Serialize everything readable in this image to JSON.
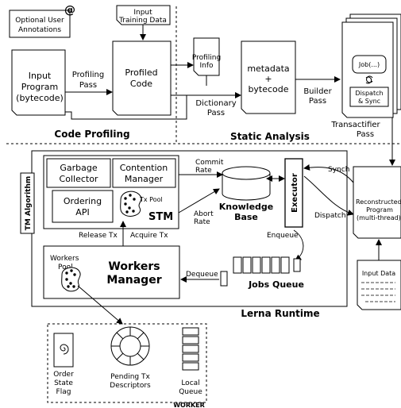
{
  "labels": {
    "optional_user_annotations": [
      "Optional User",
      "Annotations"
    ],
    "annotation_badge": "@",
    "input_program": [
      "Input",
      "Program",
      "(bytecode)"
    ],
    "profiling_pass": [
      "Profiling",
      "Pass"
    ],
    "input_training_data": [
      "Input",
      "Training Data"
    ],
    "profiled_code": [
      "Profiled",
      "Code"
    ],
    "profiling_info": [
      "Profiling",
      "Info"
    ],
    "dictionary_pass": [
      "Dictionary",
      "Pass"
    ],
    "metadata_bytecode": [
      "metadata",
      "+",
      "bytecode"
    ],
    "builder_pass": [
      "Builder",
      "Pass"
    ],
    "job": "Job(...)",
    "dispatch_sync": [
      "Dispatch",
      "& Sync"
    ],
    "transactifier_pass": [
      "Transactifier",
      "Pass"
    ],
    "code_profiling": "Code Profiling",
    "static_analysis": "Static Analysis",
    "tm_algorithm": "TM Algorithm",
    "garbage_collector": [
      "Garbage",
      "Collector"
    ],
    "contention_manager": [
      "Contention",
      "Manager"
    ],
    "ordering_api": [
      "Ordering",
      "API"
    ],
    "tx_pool": "Tx Pool",
    "stm": "STM",
    "commit_rate": [
      "Commit",
      "Rate"
    ],
    "abort_rate": [
      "Abort",
      "Rate"
    ],
    "knowledge_base": [
      "Knowledge",
      "Base"
    ],
    "executor": "Executor",
    "synch": "Synch",
    "dispatch": "Dispatch",
    "reconstructed_program": [
      "Reconstructed",
      "Program",
      "(multi-thread)"
    ],
    "release_tx": "Release Tx",
    "acquire_tx": "Acquire Tx",
    "enqueue": "Enqueue",
    "workers_pool": [
      "Workers",
      "Pool"
    ],
    "workers_manager": [
      "Workers",
      "Manager"
    ],
    "dequeue": "Dequeue",
    "jobs_queue": "Jobs Queue",
    "input_data": "Input Data",
    "lerna_runtime": "Lerna Runtime",
    "order_state_flag": [
      "Order",
      "State",
      "Flag"
    ],
    "pending_tx_descriptors": [
      "Pending Tx",
      "Descriptors"
    ],
    "local_queue": [
      "Local",
      "Queue"
    ],
    "worker": "WORKER"
  }
}
